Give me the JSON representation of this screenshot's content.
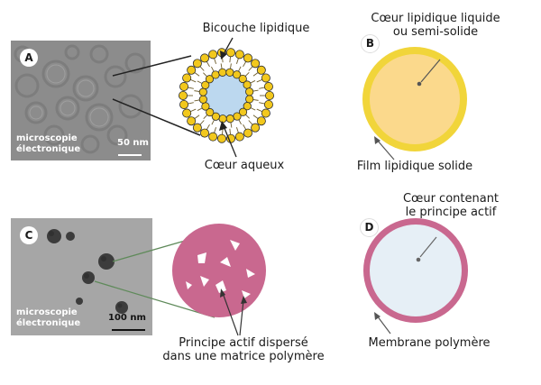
{
  "panels": {
    "A": {
      "badge": "A",
      "micro_label": [
        "microscopie",
        "électronique"
      ],
      "scale_label": "50 nm",
      "top_label": "Bicouche lipidique",
      "bottom_label": "Cœur aqueux"
    },
    "B": {
      "badge": "B",
      "top_label": [
        "Cœur lipidique liquide",
        "ou semi-solide"
      ],
      "bottom_label": "Film lipidique solide"
    },
    "C": {
      "badge": "C",
      "micro_label": [
        "microscopie",
        "électronique"
      ],
      "scale_label": "100 nm",
      "bottom_label": [
        "Principe actif dispersé",
        "dans une matrice polymère"
      ]
    },
    "D": {
      "badge": "D",
      "top_label": [
        "Cœur contenant",
        "le principe actif"
      ],
      "bottom_label": "Membrane polymère"
    }
  },
  "colors": {
    "lipid_head": "#f2c81d",
    "aqueous_core": "#bcd8ef",
    "lipid_core": "#fbd98c",
    "solid_film": "#f1d53a",
    "polymer": "#c9688f",
    "polymer_core": "#e6eff6",
    "micro_bg": "#8b8b8b",
    "micro_bg_c": "#a3a3a3"
  }
}
